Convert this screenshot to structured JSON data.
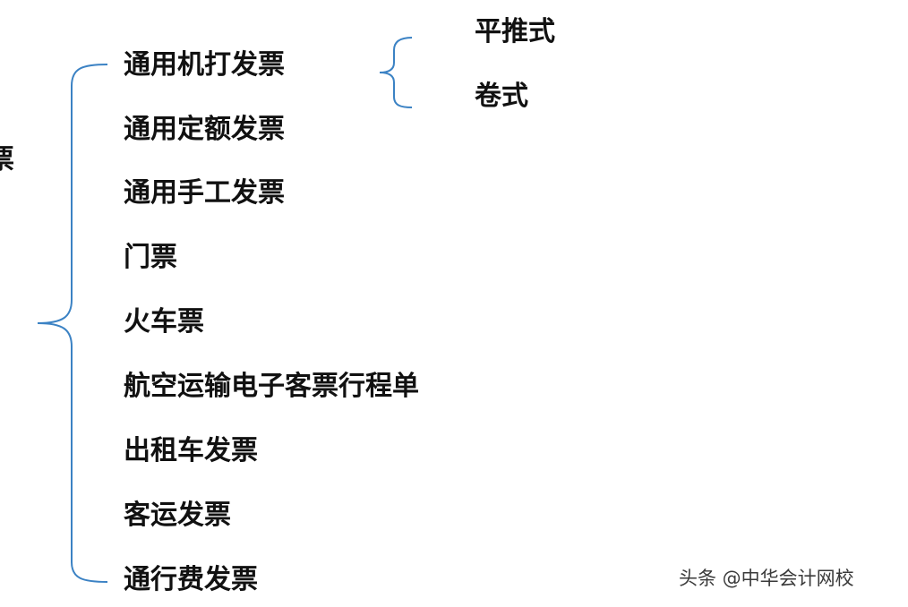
{
  "root_label_partial": "票",
  "items": [
    "通用机打发票",
    "通用定额发票",
    "通用手工发票",
    "门票",
    "火车票",
    "航空运输电子客票行程单",
    "出租车发票",
    "客运发票",
    "通行费发票"
  ],
  "sub_items": [
    "平推式",
    "卷式"
  ],
  "watermark": "头条 @中华会计网校",
  "colors": {
    "bracket": "#3b82c4",
    "text": "#111111"
  }
}
